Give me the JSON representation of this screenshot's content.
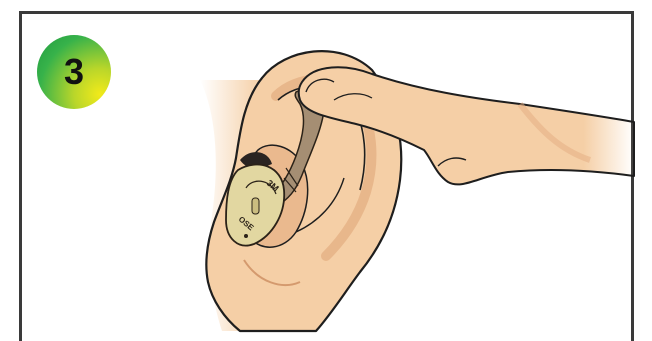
{
  "step": {
    "number": "3"
  },
  "earplug": {
    "brand_mark": "3M",
    "model_mark": "OSE"
  },
  "colors": {
    "frame": "#3a3a3a",
    "skin": "#f5cfa6",
    "skin_shadow": "#e3ac80",
    "earplug_stem": "#a58e73",
    "earplug_body": "#e2d7a1"
  },
  "icons": {
    "step_badge": "step-number-circle"
  }
}
